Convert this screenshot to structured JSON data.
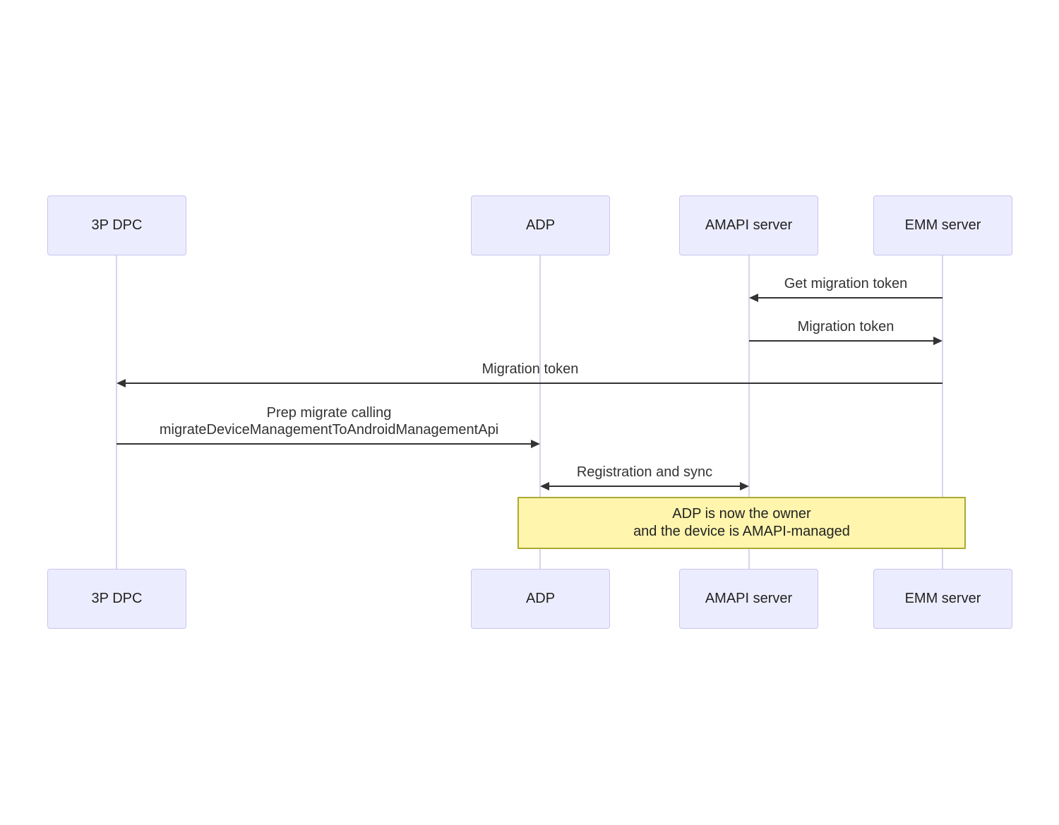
{
  "diagram": {
    "type": "sequence-diagram",
    "actors": [
      {
        "id": "3p-dpc",
        "label": "3P DPC"
      },
      {
        "id": "adp",
        "label": "ADP"
      },
      {
        "id": "amapi-server",
        "label": "AMAPI server"
      },
      {
        "id": "emm-server",
        "label": "EMM server"
      }
    ],
    "messages": [
      {
        "from": "EMM server",
        "to": "AMAPI server",
        "direction": "left",
        "text": "Get migration token"
      },
      {
        "from": "AMAPI server",
        "to": "EMM server",
        "direction": "right",
        "text": "Migration token"
      },
      {
        "from": "EMM server",
        "to": "3P DPC",
        "direction": "left",
        "text": "Migration token"
      },
      {
        "from": "3P DPC",
        "to": "ADP",
        "direction": "right",
        "text": "Prep migrate calling\nmigrateDeviceManagementToAndroidManagementApi"
      },
      {
        "from": "ADP",
        "to": "AMAPI server",
        "direction": "both",
        "text": "Registration and sync"
      }
    ],
    "note": {
      "over": "ADP, AMAPI server, EMM server",
      "text": "ADP is now the owner\nand the device is AMAPI-managed"
    },
    "colors": {
      "actor_fill": "#ececff",
      "actor_border": "#c9c4ee",
      "lifeline": "#d8d3ee",
      "arrow": "#333333",
      "text": "#333333",
      "note_fill": "#fff5ad",
      "note_border": "#aaaa33",
      "background": "#ffffff"
    }
  }
}
